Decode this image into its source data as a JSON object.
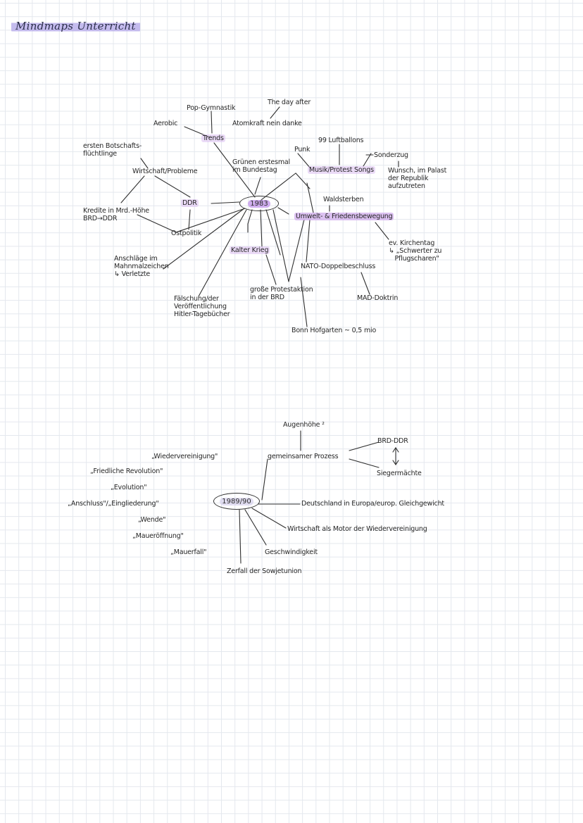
{
  "page_title": "Mindmaps Unterricht",
  "map1": {
    "hub": "1983",
    "labels": {
      "pop_gymnastik": "Pop-Gymnastik",
      "the_day_after": "The day after",
      "aerobic": "Aerobic",
      "atomkraft": "Atomkraft nein danke",
      "trends": "Trends",
      "luftballons": "99 Luftballons",
      "botschafts": "ersten Botschafts-\nflüchtlinge",
      "punk": "Punk",
      "sonderzug": "Sonderzug",
      "gruenen": "Grünen erstesmal\nim Bundestag",
      "musik": "Musik/Protest Songs",
      "wunsch": "Wunsch, im Palast\nder Republik\naufzutreten",
      "wirtschaft": "Wirtschaft/Probleme",
      "waldsterben": "Waldsterben",
      "ddr": "DDR",
      "kredite": "Kredite in Mrd.-Höhe\nBRD→DDR",
      "umwelt": "Umwelt- & Friedensbewegung",
      "ostpolitik": "Ostpolitik",
      "kirchentag": "ev. Kirchentag\n↳ „Schwerter zu\n   Pflugscharen\"",
      "kalter_krieg": "Kalter Krieg",
      "anschlaege": "Anschläge im\nMahnmalzeichen\n↳ Verletzte",
      "nato": "NATO-Doppelbeschluss",
      "protestaktion": "große Protestaktion\nin der BRD",
      "mad": "MAD-Doktrin",
      "faelschung": "Fälschung/der\nVeröffentlichung\nHitler-Tagebücher",
      "bonn": "Bonn Hofgarten ~ 0,5 mio"
    }
  },
  "map2": {
    "hub": "1989/90",
    "labels": {
      "augenhoehe": "Augenhöhe ²",
      "brd_ddr": "BRD-DDR",
      "wiedervereinigung": "„Wiedervereinigung\"",
      "prozess": "gemeinsamer Prozess",
      "friedliche": "„Friedliche Revolution\"",
      "siegermaechte": "Siegermächte",
      "evolution": "„Evolution\"",
      "anschluss": "„Anschluss\"/„Eingliederung\"",
      "deutschland": "Deutschland in Europa/europ. Gleichgewicht",
      "wende": "„Wende\"",
      "maueroeffnung": "„Maueröffnung\"",
      "wirtschaft_motor": "Wirtschaft als Motor der Wiedervereinigung",
      "mauerfall": "„Mauerfall\"",
      "geschwindigkeit": "Geschwindigkeit",
      "zerfall": "Zerfall der Sowjetunion"
    }
  },
  "colors": {
    "highlight": "#d0acec",
    "title_highlight": "#bebaec",
    "grid": "#e4e8ee",
    "ink": "#262626"
  }
}
